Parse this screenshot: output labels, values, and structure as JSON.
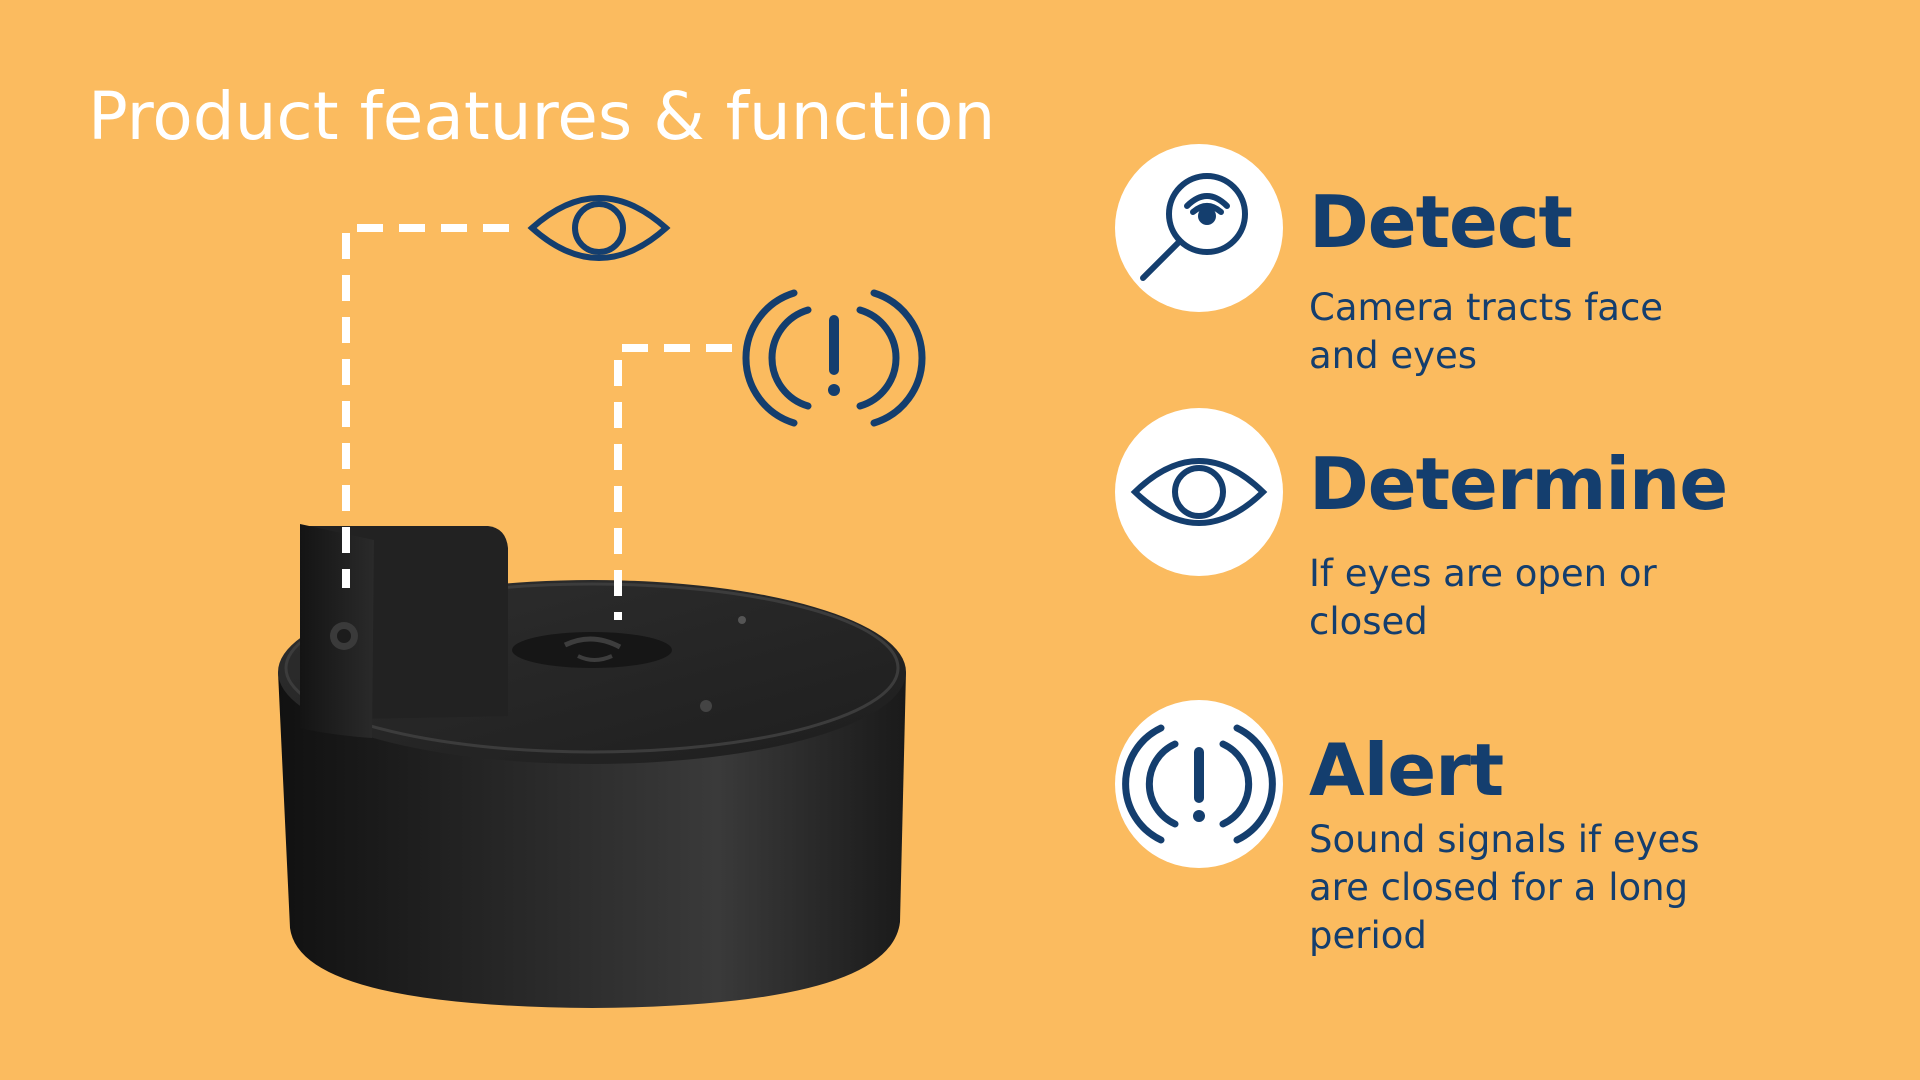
{
  "slide": {
    "title": "Product features & function",
    "background_color": "#fbbb5f",
    "accent_color": "#143e6e"
  },
  "device": {
    "callout_icons": [
      "eye-icon",
      "alert-signal-icon"
    ]
  },
  "features": [
    {
      "icon": "magnifier-eye-icon",
      "heading": "Detect",
      "description": "Camera tracts face and eyes"
    },
    {
      "icon": "eye-icon",
      "heading": "Determine",
      "description": "If eyes are open or closed"
    },
    {
      "icon": "alert-signal-icon",
      "heading": "Alert",
      "description": "Sound signals if eyes are closed for a long period"
    }
  ]
}
